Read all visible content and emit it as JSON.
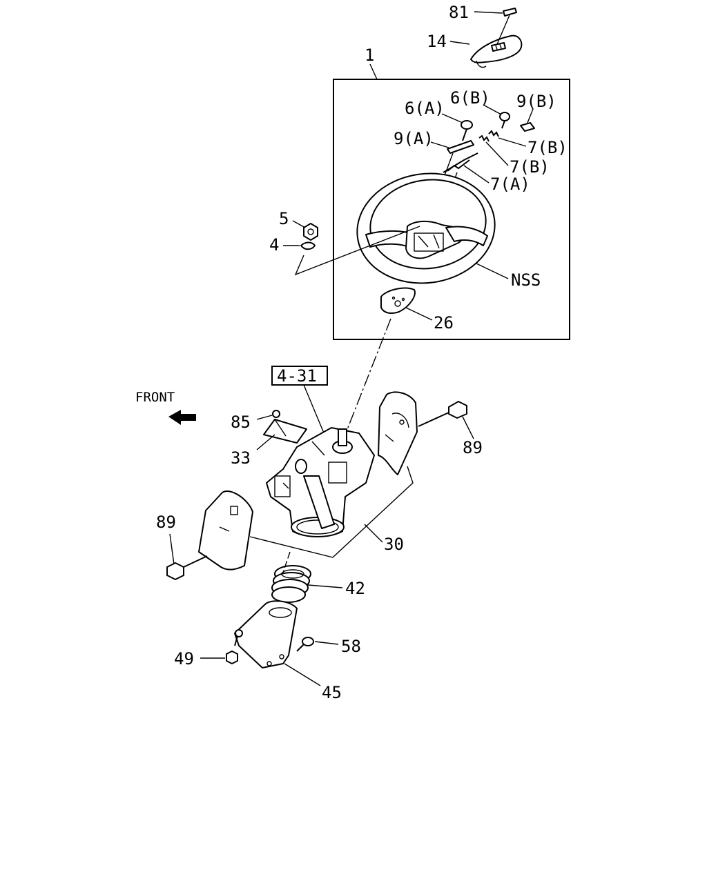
{
  "callouts": {
    "c81": "81",
    "c14": "14",
    "c1": "1",
    "c6a": "6(A)",
    "c6b": "6(B)",
    "c9b": "9(B)",
    "c9a": "9(A)",
    "c7b_1": "7(B)",
    "c7b_2": "7(B)",
    "c7a": "7(A)",
    "c5": "5",
    "c4": "4",
    "nss": "NSS",
    "c26": "26",
    "ref": "4-31",
    "front": "FRONT",
    "c85": "85",
    "c33": "33",
    "c89_r": "89",
    "c89_l": "89",
    "c30": "30",
    "c42": "42",
    "c58": "58",
    "c49": "49",
    "c45": "45"
  }
}
